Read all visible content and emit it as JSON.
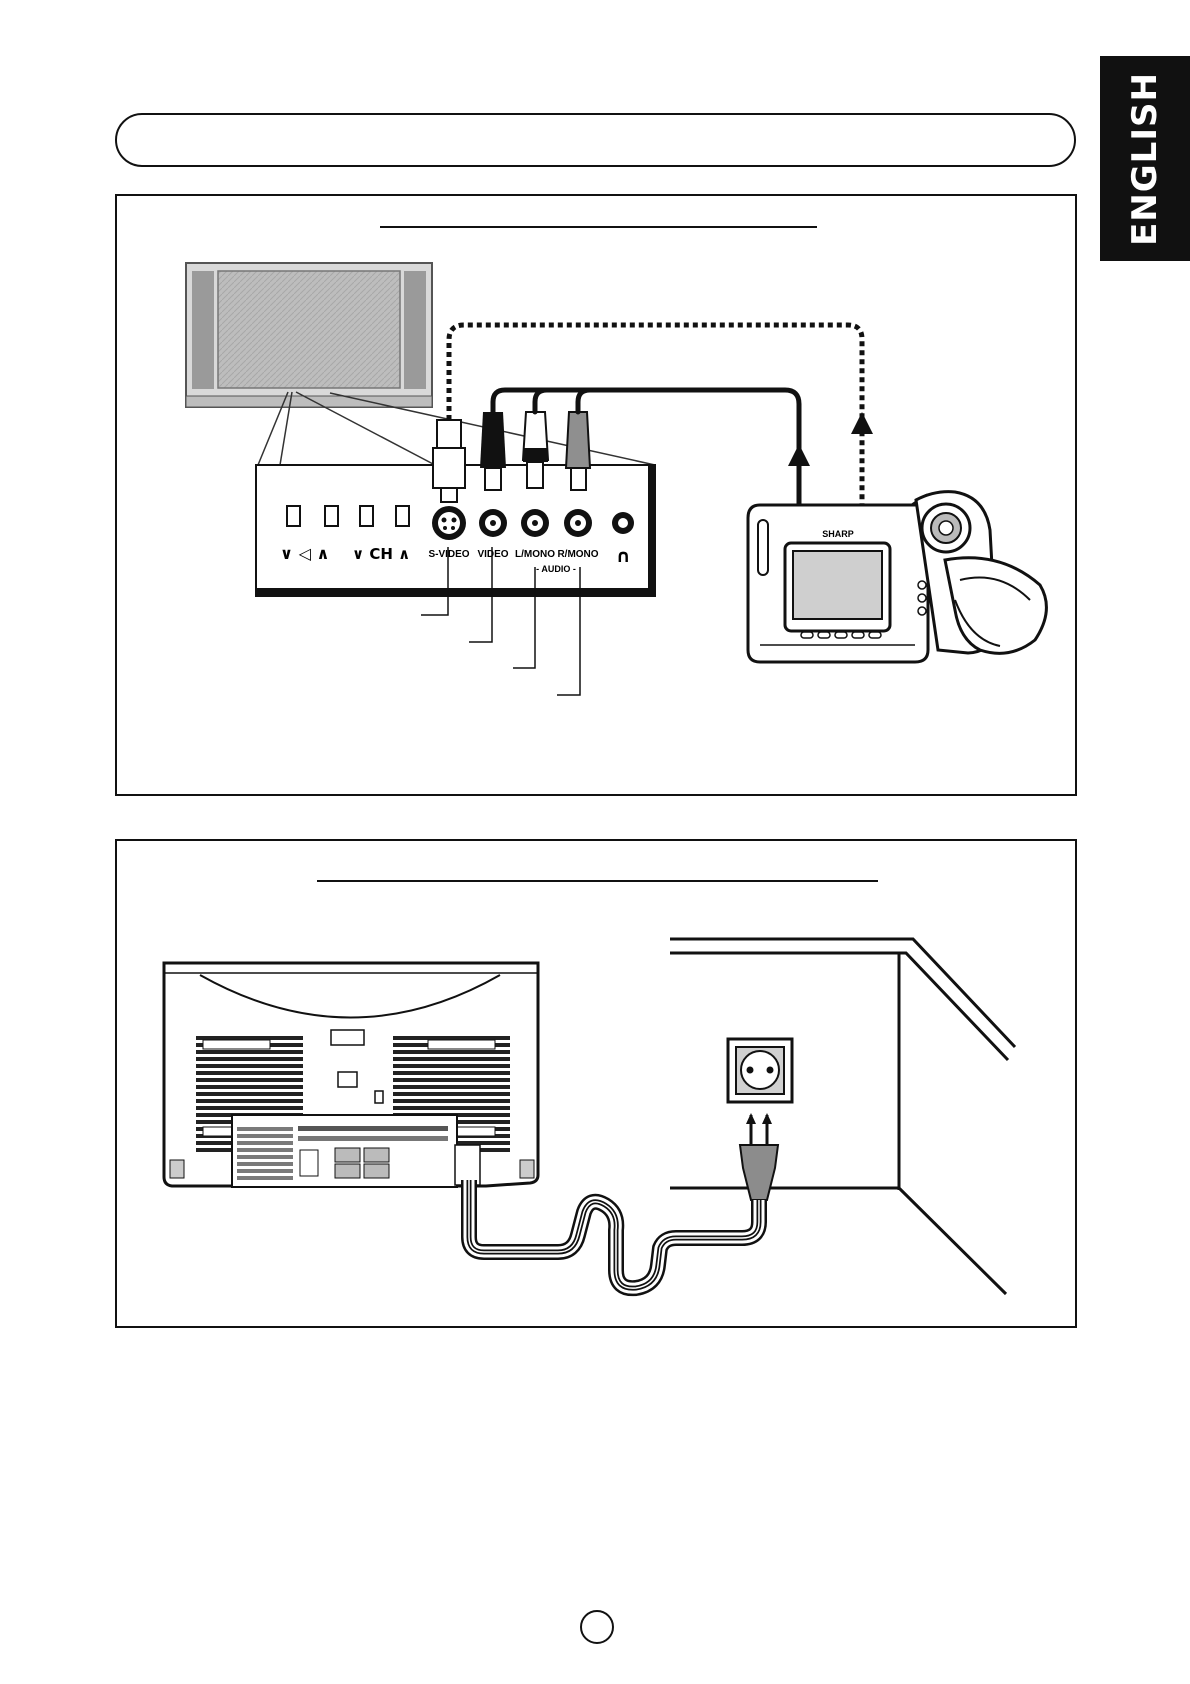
{
  "language_tab": {
    "label": "ENGLISH"
  },
  "figure1": {
    "jacks": [
      {
        "label": "S-VIDEO"
      },
      {
        "label": "VIDEO"
      },
      {
        "label": "L/MONO"
      },
      {
        "label": "R/MONO"
      }
    ],
    "audio_label": "- AUDIO -",
    "volume_label": "∨ ◁ ∧",
    "channel_label": "∨ CH ∧",
    "camcorder_brand": "SHARP"
  },
  "colors": {
    "ink": "#111111",
    "tab_bg": "#111111",
    "tab_text": "#ffffff"
  }
}
